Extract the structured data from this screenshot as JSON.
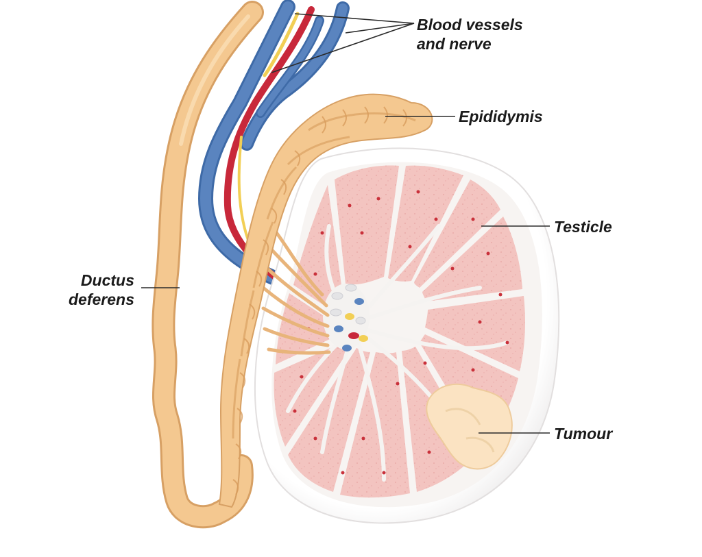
{
  "labels": {
    "blood_vessels_line1": "Blood vessels",
    "blood_vessels_line2": "and nerve",
    "epididymis": "Epididymis",
    "testicle": "Testicle",
    "ductus_line1": "Ductus",
    "ductus_line2": "deferens",
    "tumour": "Tumour"
  },
  "colors": {
    "background": "#ffffff",
    "tissue_pink": "#f3c4c0",
    "tissue_dot": "#c9303a",
    "septa": "#f5f3f1",
    "capsule": "#ffffff",
    "duct_tan": "#f4c890",
    "duct_outline": "#d7a064",
    "vein_blue": "#4f79b5",
    "artery_red": "#c8283a",
    "nerve_yellow": "#f2cf55",
    "tumour": "#fbe3c2",
    "leader_line": "#2b2b2b"
  }
}
